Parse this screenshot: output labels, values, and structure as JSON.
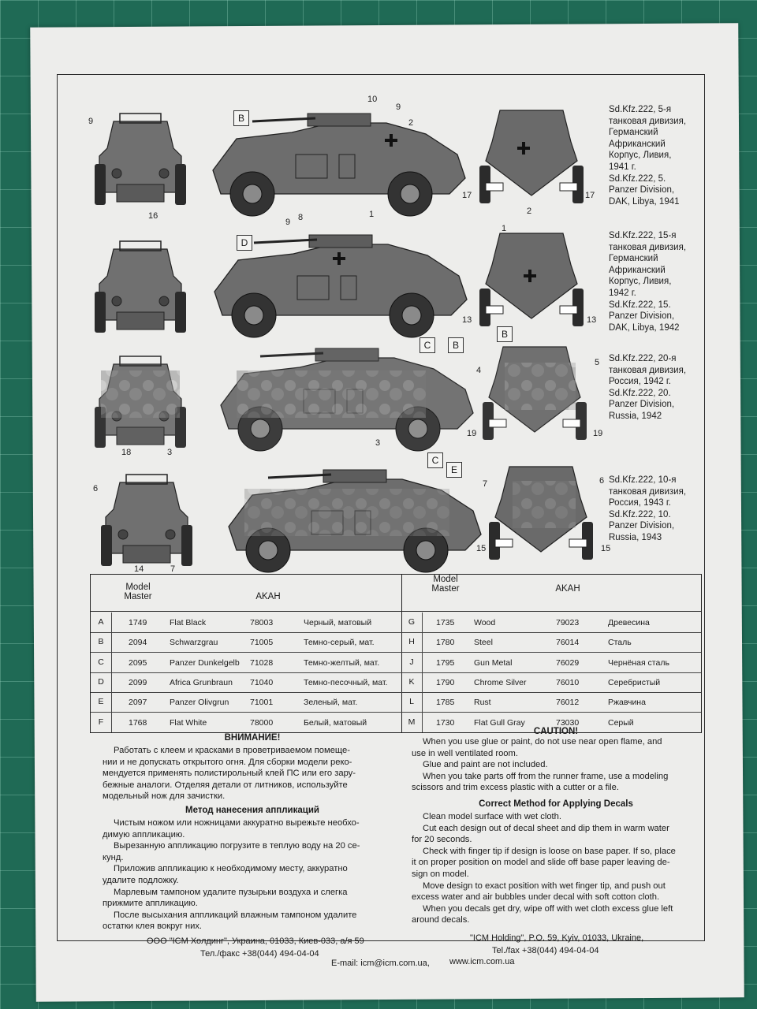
{
  "captions": [
    [
      "Sd.Kfz.222, 5-я",
      "танковая дивизия,",
      "Германский",
      "Африканский",
      "Корпус, Ливия,",
      "1941 г.",
      "Sd.Kfz.222, 5.",
      "Panzer Division,",
      "DAK, Libya, 1941"
    ],
    [
      "Sd.Kfz.222, 15-я",
      "танковая дивизия,",
      "Германский",
      "Африканский",
      "Корпус, Ливия,",
      "1942 г.",
      "Sd.Kfz.222, 15.",
      "Panzer Division,",
      "DAK, Libya, 1942"
    ],
    [
      "Sd.Kfz.222, 20-я",
      "танковая дивизия,",
      "Россия, 1942 г.",
      "Sd.Kfz.222, 20.",
      "Panzer Division,",
      "Russia, 1942"
    ],
    [
      "Sd.Kfz.222, 10-я",
      "танковая дивизия,",
      "Россия, 1943 г.",
      "Sd.Kfz.222, 10.",
      "Panzer Division,",
      "Russia, 1943"
    ]
  ],
  "callouts": {
    "r1": [
      "9",
      "16",
      "10",
      "9",
      "2",
      "17",
      "2",
      "17"
    ],
    "r2": [
      "9",
      "8",
      "1",
      "1",
      "13",
      "13"
    ],
    "r3": [
      "18",
      "3",
      "3",
      "4",
      "5",
      "19",
      "19"
    ],
    "r4": [
      "6",
      "14",
      "7",
      "7",
      "6",
      "15",
      "15"
    ]
  },
  "letters": {
    "r1": "B",
    "r2": "D",
    "r2b": "B",
    "r3a": "C",
    "r3b": "B",
    "r4a": "C",
    "r4b": "E"
  },
  "table": {
    "headers": {
      "mm": "Model\nMaster",
      "akan": "AKAH"
    },
    "left": [
      [
        "A",
        "1749",
        "Flat Black",
        "78003",
        "Черный, матовый"
      ],
      [
        "B",
        "2094",
        "Schwarzgrau",
        "71005",
        "Темно-серый, мат."
      ],
      [
        "C",
        "2095",
        "Panzer Dunkelgelb",
        "71028",
        "Темно-желтый, мат."
      ],
      [
        "D",
        "2099",
        "Africa Grunbraun",
        "71040",
        "Темно-песочный, мат."
      ],
      [
        "E",
        "2097",
        "Panzer Olivgrun",
        "71001",
        "Зеленый, мат."
      ],
      [
        "F",
        "1768",
        "Flat White",
        "78000",
        "Белый, матовый"
      ]
    ],
    "right": [
      [
        "G",
        "1735",
        "Wood",
        "79023",
        "Древесина"
      ],
      [
        "H",
        "1780",
        "Steel",
        "76014",
        "Сталь"
      ],
      [
        "J",
        "1795",
        "Gun Metal",
        "76029",
        "Чернёная сталь"
      ],
      [
        "K",
        "1790",
        "Chrome Silver",
        "76010",
        "Серебристый"
      ],
      [
        "L",
        "1785",
        "Rust",
        "76012",
        "Ржавчина"
      ],
      [
        "M",
        "1730",
        "Flat Gull Gray",
        "73030",
        "Серый"
      ]
    ]
  },
  "ru": {
    "warn_title": "ВНИМАНИЕ!",
    "warn_text": [
      "Работать с клеем и красками в проветриваемом помеще-",
      "нии и не допускать открытого огня. Для сборки модели реко-",
      "мендуется применять полистирольный клей ПС или его зару-",
      "бежные аналоги. Отделяя детали от литников, используйте",
      "модельный нож для зачистки."
    ],
    "decal_title": "Метод нанесения аппликаций",
    "decal_text": [
      "Чистым ножом или ножницами аккуратно вырежьте необхо-",
      "димую аппликацию.",
      "Вырезанную аппликацию погрузите в теплую воду на  20 се-",
      "кунд.",
      "Приложив аппликацию к необходимому месту, аккуратно",
      "удалите подложку.",
      "Марлевым тампоном удалите пузырьки воздуха и слегка",
      "прижмите аппликацию.",
      "После высыхания аппликаций влажным тампоном удалите",
      "остатки клея вокруг них."
    ]
  },
  "en": {
    "caution_title": "CAUTION!",
    "caution_text": [
      "When you use glue or paint, do not use near open flame, and",
      "use in well ventilated room.",
      "Glue and paint are not included.",
      "When you take parts off from the runner frame, use a modeling",
      "scissors and trim excess plastic with a cutter or a file."
    ],
    "decal_title": "Correct Method for Applying Decals",
    "decal_text": [
      "Clean model surface with wet cloth.",
      "Cut each design out of decal sheet and dip them in warm water",
      "for 20 seconds.",
      "Check with finger tip if design is loose on base paper. If so, place",
      "it on proper position on model and slide off base paper leaving de-",
      "sign on model.",
      "Move design to exact position with wet finger tip, and push out",
      "excess water and air bubbles under decal with soft cotton cloth.",
      "When you decals get dry, wipe off with wet cloth excess glue left",
      "around decals."
    ]
  },
  "footer": {
    "ru_addr": "ООО \"ICM Холдинг\", Украина, 01033, Киев-033, а/я 59",
    "ru_tel": "Тел./факс +38(044) 494-04-04",
    "en_addr": "\"ICM Holding\", P.O. 59, Kyiv, 01033, Ukraine,",
    "en_tel": "Tel./fax +38(044) 494-04-04",
    "email": "E-mail: icm@icm.com.ua,",
    "www": "www.icm.com.ua"
  }
}
